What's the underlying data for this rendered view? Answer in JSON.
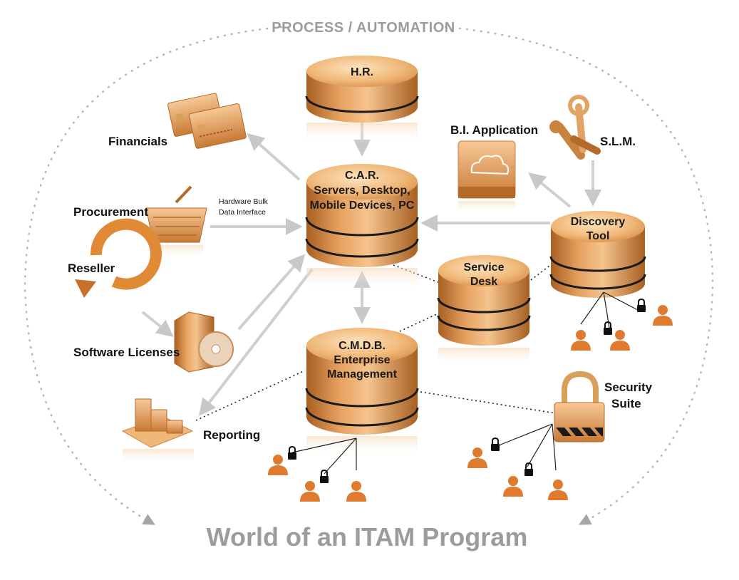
{
  "header": {
    "process_automation": "PROCESS / AUTOMATION"
  },
  "footer": {
    "title": "World of an ITAM Program"
  },
  "databases": {
    "hr": {
      "lines": [
        "H.R."
      ]
    },
    "car": {
      "lines": [
        "C.A.R.",
        "Servers, Desktop,",
        "Mobile Devices, PC"
      ]
    },
    "discovery": {
      "lines": [
        "Discovery",
        "Tool"
      ]
    },
    "service_desk": {
      "lines": [
        "Service",
        "Desk"
      ]
    },
    "cmdb": {
      "lines": [
        "C.M.D.B.",
        "Enterprise",
        "Management"
      ]
    }
  },
  "nodes": {
    "financials": "Financials",
    "procurement": "Procurement",
    "hardware_interface": [
      "Hardware Bulk",
      "Data Interface"
    ],
    "reseller": "Reseller",
    "software_licenses": "Software Licenses",
    "reporting": "Reporting",
    "bi_application": "B.I. Application",
    "slm": "S.L.M.",
    "security_suite": [
      "Security",
      "Suite"
    ]
  },
  "colors": {
    "gold_light": "#f2c99a",
    "gold": "#d9904a",
    "gold_dark": "#b36a2a",
    "arrow": "#cccccc",
    "title_gray": "#9c9c9c",
    "person": "#e07a2e"
  },
  "icons": [
    "credit-card-icon",
    "basket-icon",
    "circular-arrow-icon",
    "software-box-icon",
    "bar-chart-icon",
    "cloud-drive-icon",
    "wrench-icon",
    "padlock-icon",
    "person-icon"
  ]
}
